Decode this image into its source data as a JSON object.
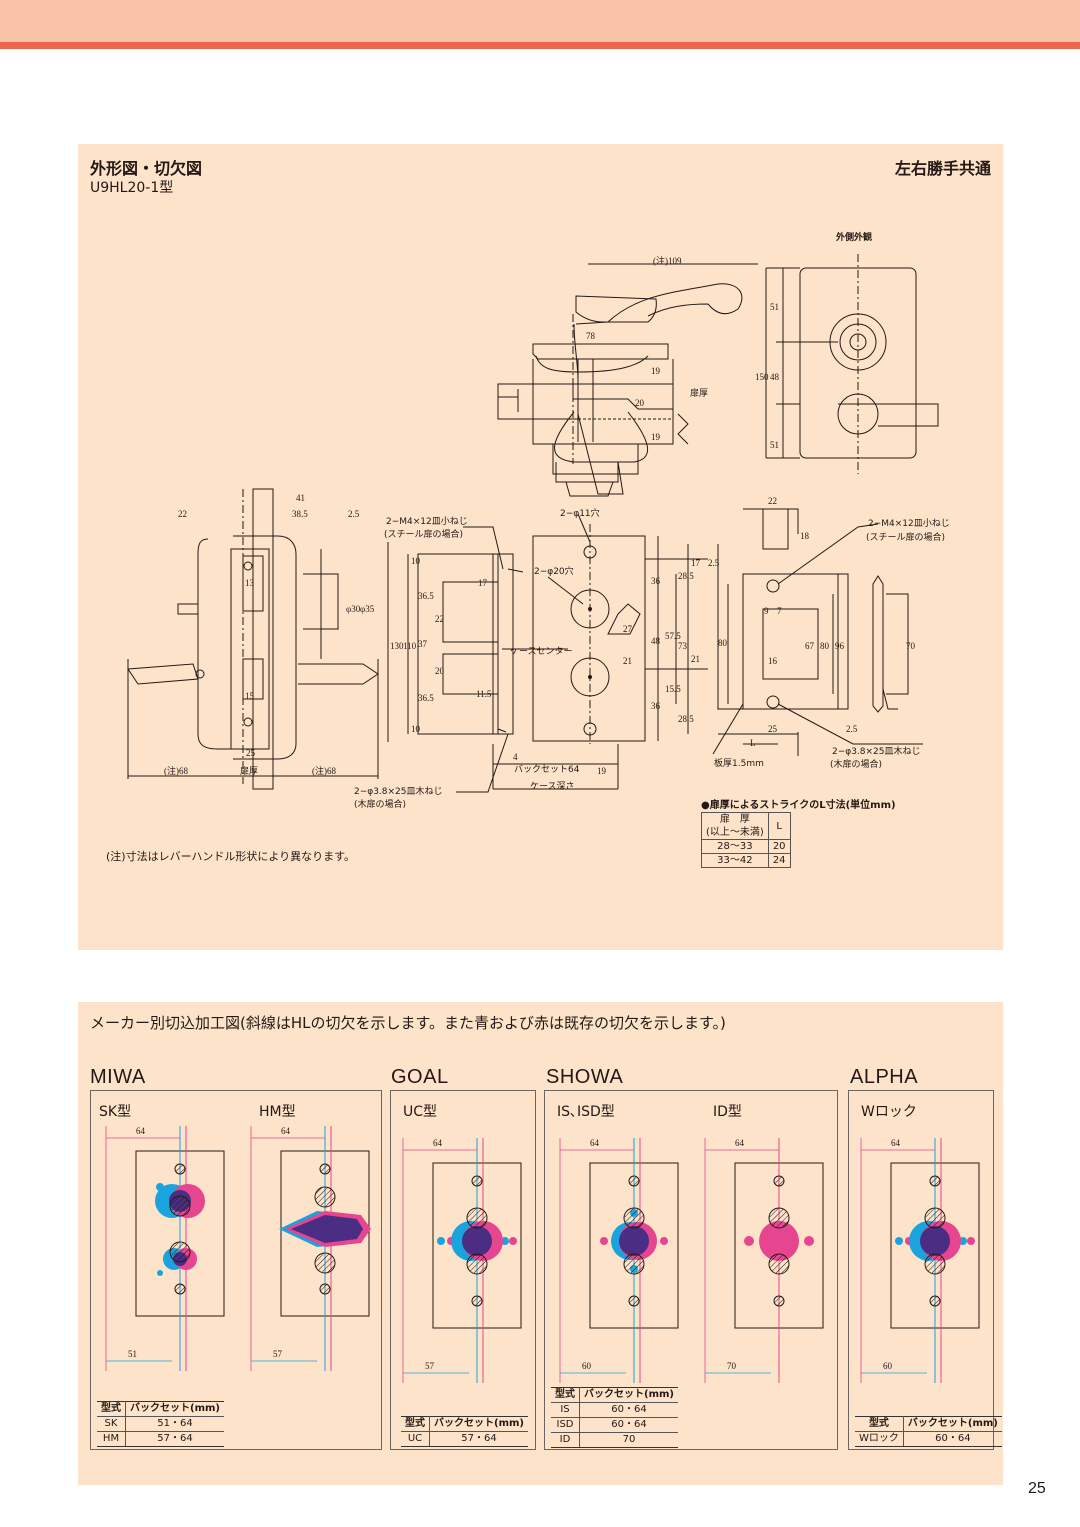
{
  "page_number": "25",
  "section1": {
    "title": "外形図・切欠図",
    "model": "U9HL20-1型",
    "common": "左右勝手共通",
    "exterior_label": "外側外観",
    "note": "(注)寸法はレバーハンドル形状により異なります。",
    "callouts": {
      "screw_steel_left": "2−M4×12皿小ねじ",
      "screw_steel_left_sub": "(スチール扉の場合)",
      "hole11": "2−φ11穴",
      "hole20": "2−φ20穴",
      "case_center": "ケースセンター",
      "screw_wood_left": "2−φ3.8×25皿木ねじ",
      "screw_wood_left_sub": "(木扉の場合)",
      "backset": "バックセット64",
      "case_depth": "ケース深さ",
      "screw_steel_right": "2−M4×12皿小ねじ",
      "screw_steel_right_sub": "(スチール扉の場合)",
      "screw_wood_right": "2−φ3.8×25皿木ねじ",
      "screw_wood_right_sub": "(木扉の場合)",
      "plate_thickness": "板厚1.5mm",
      "door_thickness": "扉厚",
      "door_thickness_side": "扉厚"
    },
    "dimensions": {
      "d109": "(注)109",
      "d78": "78",
      "d19a": "19",
      "d20": "20",
      "d19b": "19",
      "d51a": "51",
      "d48": "48",
      "d51b": "51",
      "d150": "150",
      "d41": "41",
      "d385": "38.5",
      "d25a": "2.5",
      "d22": "22",
      "d13": "13",
      "d30": "φ30",
      "d35": "φ35",
      "d15": "15",
      "d25b": "25",
      "d68a": "(注)68",
      "d68b": "(注)68",
      "d130": "130",
      "d110": "110",
      "d10a": "10",
      "d365a": "36.5",
      "d37": "37",
      "d365b": "36.5",
      "d10b": "10",
      "d17": "17",
      "d22b": "22",
      "d20b": "20",
      "d115": "11.5",
      "d4": "4",
      "d19c": "19",
      "d36a": "36",
      "d27": "27",
      "d21a": "21",
      "d48b": "48",
      "d36b": "36",
      "d285a": "28.5",
      "d575": "57.5",
      "d73": "73",
      "d155": "15.5",
      "d285b": "28.5",
      "d17b": "17",
      "d25c": "2.5",
      "d21b": "21",
      "d22c": "22",
      "d18": "18",
      "d80a": "80",
      "d9": "9",
      "d7": "7",
      "d16": "16",
      "d67": "67",
      "d80b": "80",
      "d96": "96",
      "d25d": "25",
      "d25e": "2.5",
      "d70": "70",
      "dL": "L"
    },
    "strike_table": {
      "title": "●扉厚によるストライクのL寸法(単位mm)",
      "header_door": "扉　厚",
      "header_door_sub": "(以上〜未満)",
      "header_L": "L",
      "rows": [
        [
          "28〜33",
          "20"
        ],
        [
          "33〜42",
          "24"
        ]
      ]
    }
  },
  "section2": {
    "title": "メーカー別切込加工図(斜線はHLの切欠を示します。また青および赤は既存の切欠を示します。)",
    "colors": {
      "blue": "#1aa3dc",
      "red": "#e6458f",
      "overlap": "#4b2d84",
      "line_red": "#e6458f",
      "line_blue": "#1aa3dc"
    },
    "makers": [
      {
        "name": "MIWA",
        "types": [
          {
            "label": "SK型",
            "top_dim": "64",
            "bottom_dim": "51"
          },
          {
            "label": "HM型",
            "top_dim": "64",
            "bottom_dim": "57"
          }
        ],
        "table": {
          "header": [
            "型式",
            "バックセット(mm)"
          ],
          "rows": [
            [
              "SK",
              "51・64"
            ],
            [
              "HM",
              "57・64"
            ]
          ]
        }
      },
      {
        "name": "GOAL",
        "types": [
          {
            "label": "UC型",
            "top_dim": "64",
            "bottom_dim": "57"
          }
        ],
        "table": {
          "header": [
            "型式",
            "バックセット(mm)"
          ],
          "rows": [
            [
              "UC",
              "57・64"
            ]
          ]
        }
      },
      {
        "name": "SHOWA",
        "types": [
          {
            "label": "IS､ISD型",
            "top_dim": "64",
            "bottom_dim": "60"
          },
          {
            "label": "ID型",
            "top_dim": "64",
            "bottom_dim": "70"
          }
        ],
        "table": {
          "header": [
            "型式",
            "バックセット(mm)"
          ],
          "rows": [
            [
              "IS",
              "60・64"
            ],
            [
              "ISD",
              "60・64"
            ],
            [
              "ID",
              "70"
            ]
          ]
        }
      },
      {
        "name": "ALPHA",
        "types": [
          {
            "label": "Wロック",
            "top_dim": "64",
            "bottom_dim": "60"
          }
        ],
        "table": {
          "header": [
            "型式",
            "バックセット(mm)"
          ],
          "rows": [
            [
              "Wロック",
              "60・64"
            ]
          ]
        }
      }
    ]
  }
}
